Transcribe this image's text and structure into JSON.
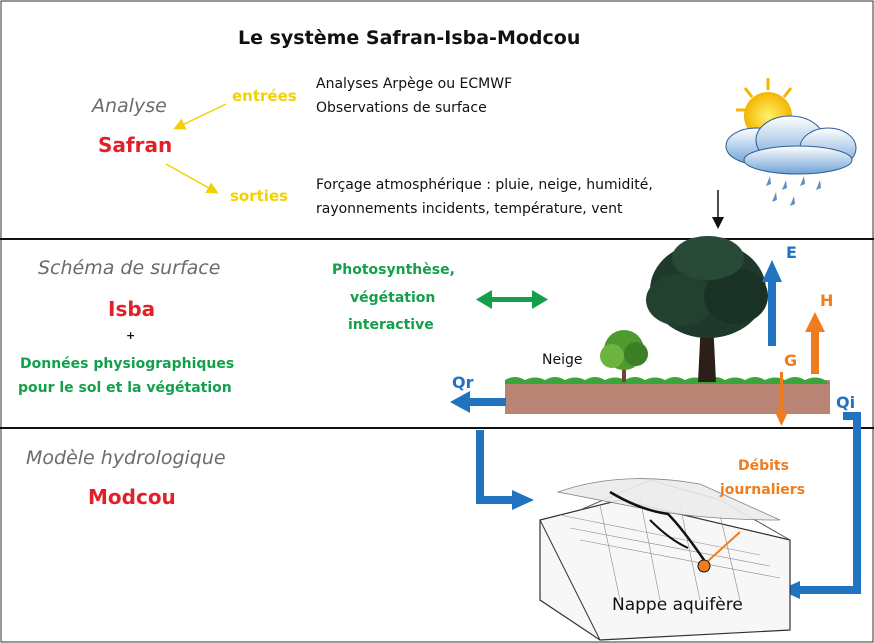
{
  "title": "Le système Safran-Isba-Modcou",
  "top": {
    "analyse": "Analyse",
    "safran": "Safran",
    "entrees": "entrées",
    "sorties": "sorties",
    "inputs": [
      "Analyses Arpège ou ECMWF",
      "Observations de surface"
    ],
    "outputs": [
      "Forçage atmosphérique : pluie, neige, humidité,",
      "rayonnements incidents, température, vent"
    ]
  },
  "middle": {
    "schema": "Schéma de surface",
    "isba": "Isba",
    "plus": "+",
    "physio": [
      "Données physiographiques",
      "pour le sol et la végétation"
    ],
    "photo": [
      "Photosynthèse,",
      "végétation",
      "interactive"
    ],
    "neige": "Neige",
    "E": "E",
    "H": "H",
    "G": "G",
    "Qr": "Qr",
    "Qi": "Qi"
  },
  "bottom": {
    "modele": "Modèle hydrologique",
    "modcou": "Modcou",
    "debits": [
      "Débits",
      "journaliers"
    ],
    "nappe": "Nappe aquifère"
  },
  "colors": {
    "red": "#e3202a",
    "yellow": "#f2d100",
    "green": "#12a04a",
    "orange": "#f07d1d",
    "blue": "#1f73c0",
    "soil": "#b98474",
    "grass": "#3aa53a",
    "tree": "#1f3a2c"
  }
}
